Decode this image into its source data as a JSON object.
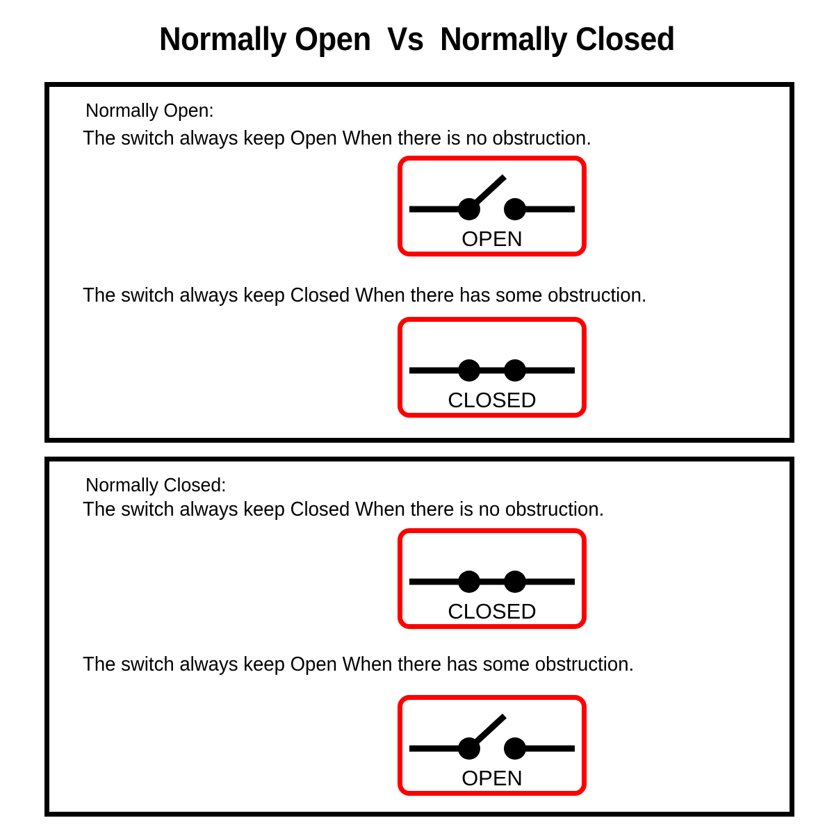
{
  "title": "Normally Open  Vs  Normally Closed",
  "colors": {
    "border": "#000000",
    "symbol_box": "#FF0000",
    "background": "#FFFFFF",
    "text": "#000000"
  },
  "panels": [
    {
      "id": "normally-open",
      "heading": "Normally Open:",
      "line_1": "The switch always keep Open When there is no obstruction.",
      "line_2": "The switch always keep Closed When there has some obstruction.",
      "symbol_1": {
        "state": "open",
        "label": "OPEN"
      },
      "symbol_2": {
        "state": "closed",
        "label": "CLOSED"
      }
    },
    {
      "id": "normally-closed",
      "heading": "Normally Closed:",
      "line_1": "The switch always keep Closed When there is no obstruction.",
      "line_2": "The switch always keep Open When there has some obstruction.",
      "symbol_1": {
        "state": "closed",
        "label": "CLOSED"
      },
      "symbol_2": {
        "state": "open",
        "label": "OPEN"
      }
    }
  ]
}
